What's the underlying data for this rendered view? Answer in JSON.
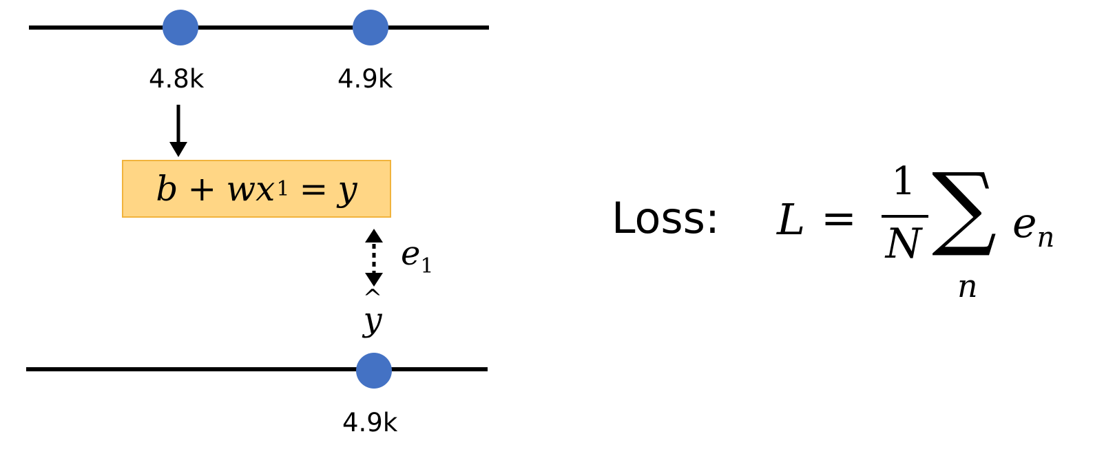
{
  "colors": {
    "dot": "#4472c4",
    "box_fill": "#ffd685",
    "box_border": "#f1b33c",
    "line": "#000000"
  },
  "top_line": {
    "points": [
      {
        "label": "4.8k"
      },
      {
        "label": "4.9k"
      }
    ]
  },
  "bottom_line": {
    "points": [
      {
        "label": "4.9k"
      }
    ]
  },
  "model": {
    "b": "b",
    "plus": "+",
    "w": "w",
    "x": "x",
    "x_sub": "1",
    "equals": "=",
    "y": "y"
  },
  "error": {
    "symbol": "e",
    "sub": "1"
  },
  "label_yhat": {
    "hat": "^",
    "symbol": "y"
  },
  "loss": {
    "label": "Loss:",
    "L": "L",
    "equals": "=",
    "numerator": "1",
    "denominator": "N",
    "sum": "∑",
    "sum_index": "n",
    "term": "e",
    "term_sub": "n"
  }
}
